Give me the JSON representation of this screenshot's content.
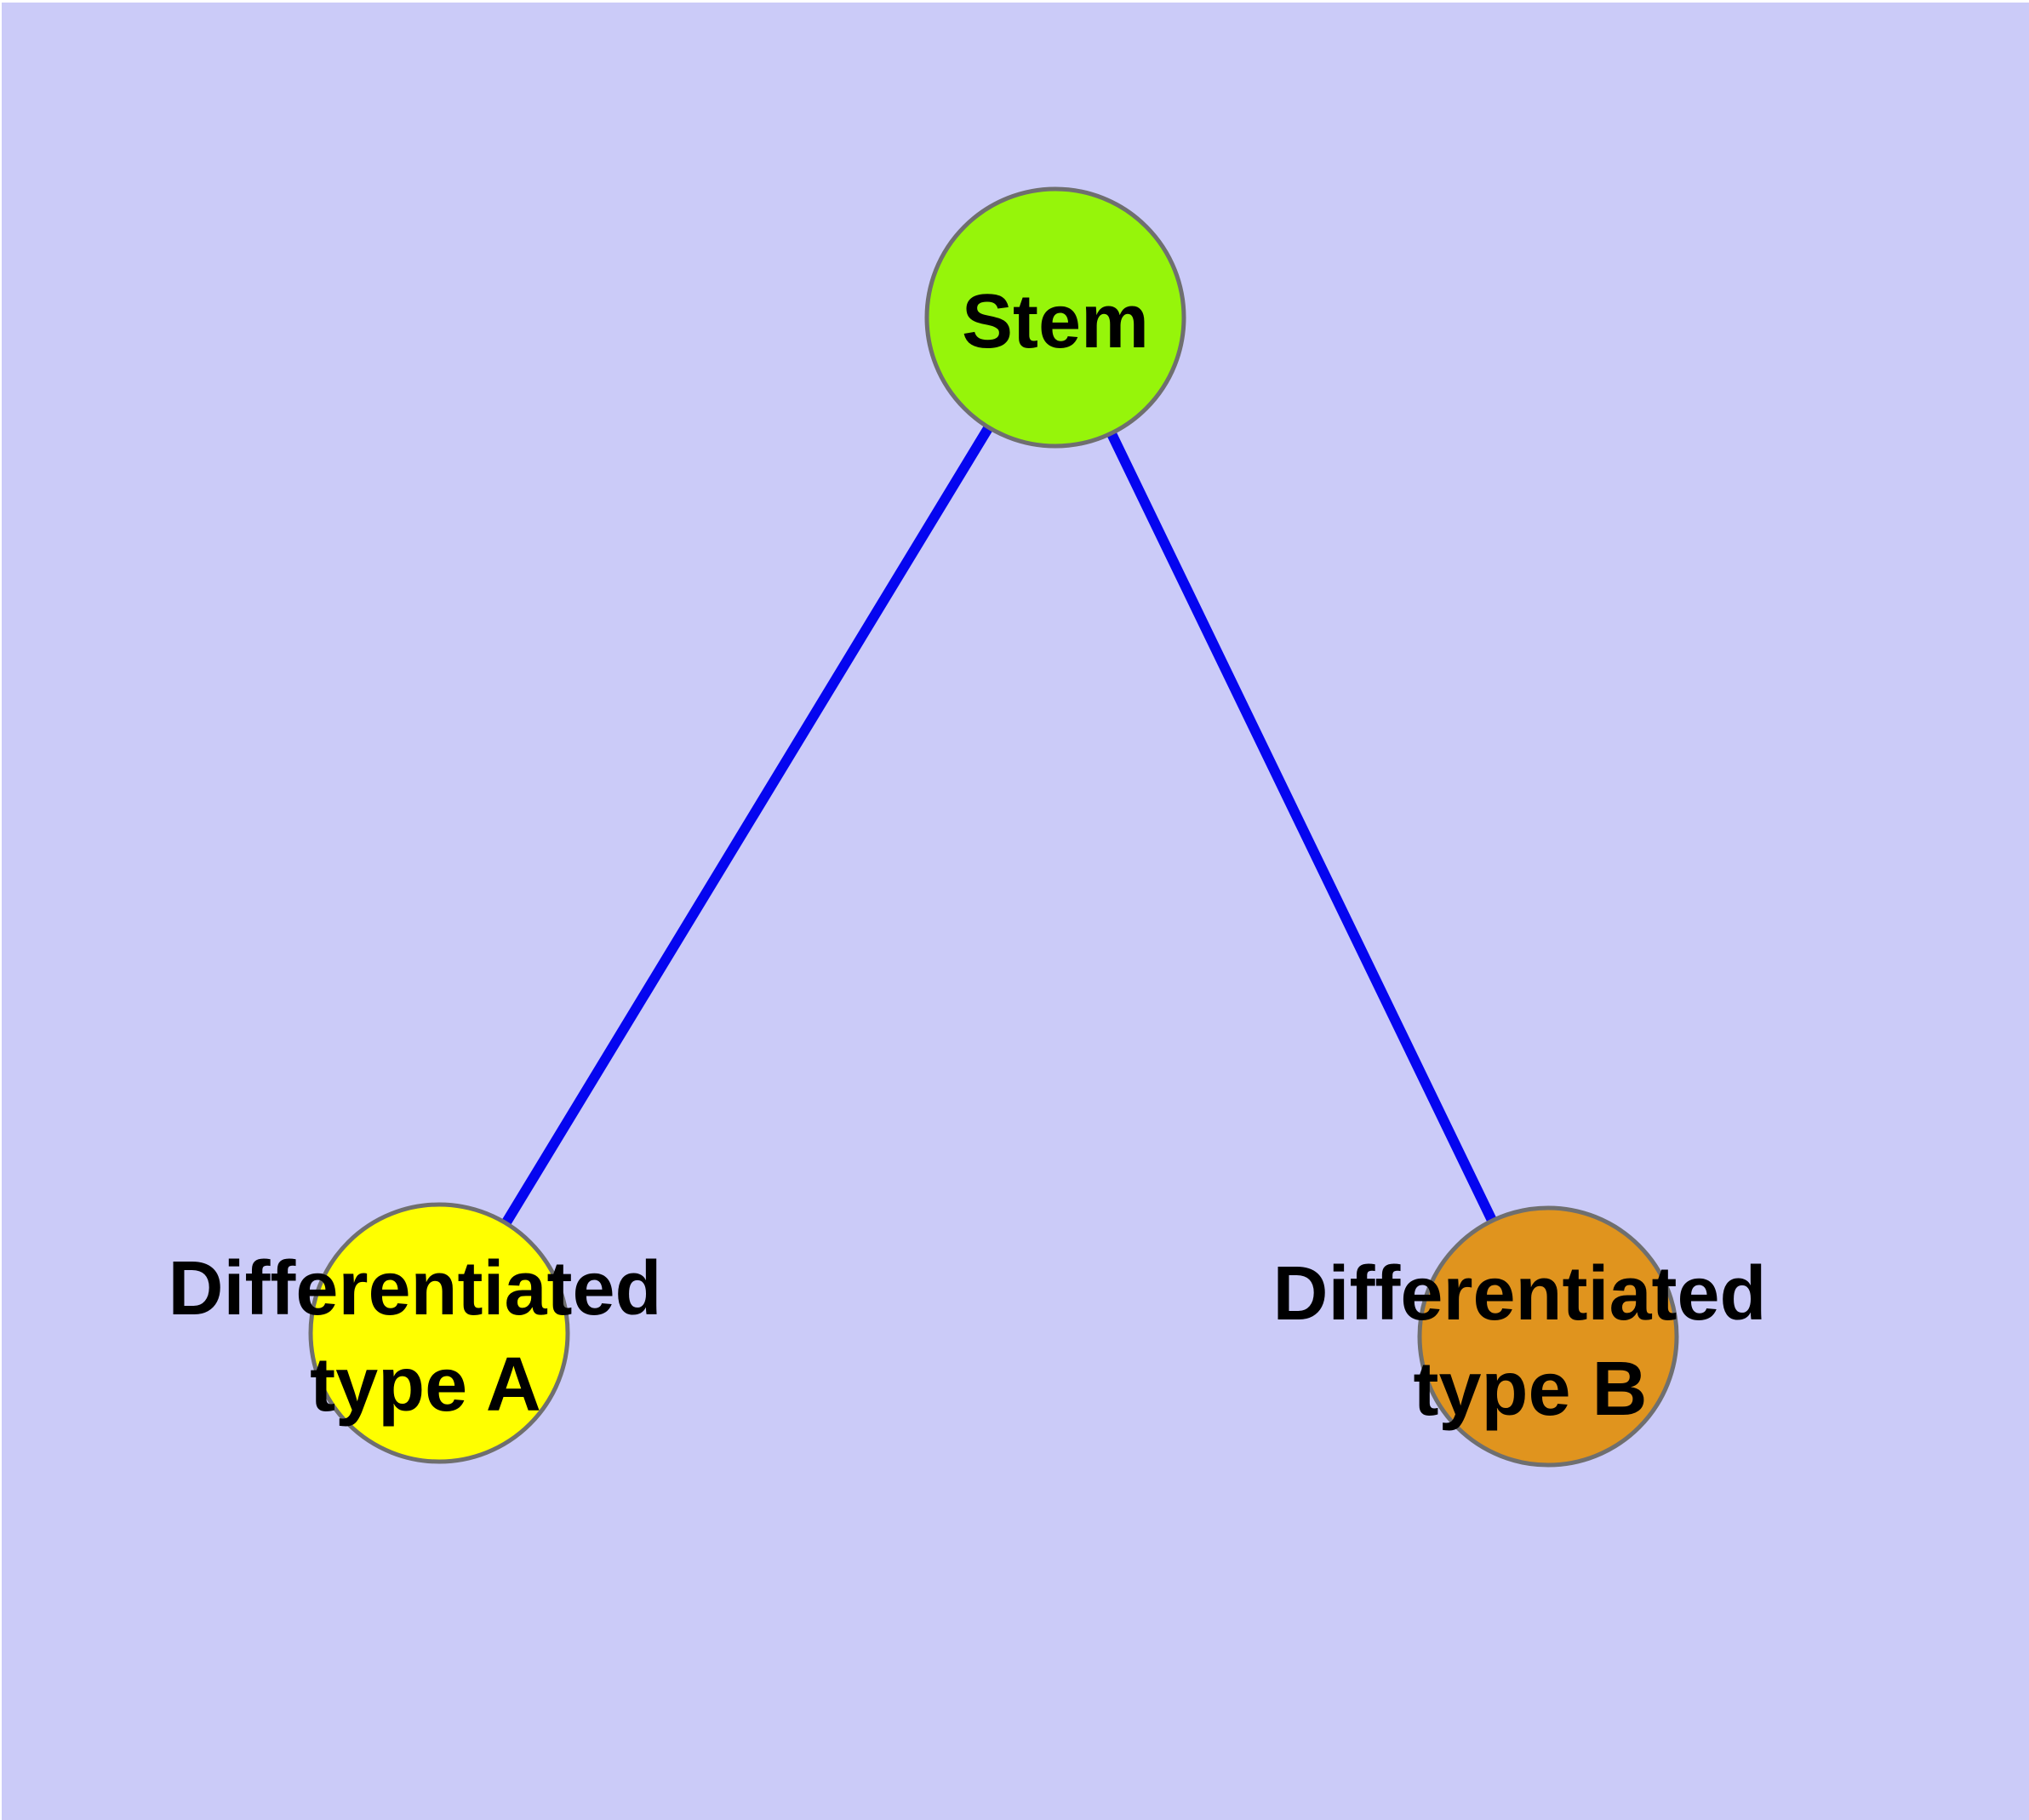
{
  "canvas": {
    "background_color": "#CBCBF8",
    "edge_color": "#0505F0",
    "node_border_color": "#6F6F6F"
  },
  "diagram": {
    "type": "graph",
    "description": "Cell differentiation hierarchy: a Stem node connected by two edges to Differentiated type A and Differentiated type B nodes",
    "nodes": [
      {
        "id": "stem",
        "label": "Stem",
        "fill": "#96F50A"
      },
      {
        "id": "typeA",
        "label_line1": "Differentiated",
        "label_line2": "type A",
        "fill": "#FFFF00"
      },
      {
        "id": "typeB",
        "label_line1": "Differentiated",
        "label_line2": "type B",
        "fill": "#E0941E"
      }
    ],
    "edges": [
      {
        "from": "Stem",
        "to": "Differentiated type A"
      },
      {
        "from": "Stem",
        "to": "Differentiated type B"
      }
    ]
  }
}
